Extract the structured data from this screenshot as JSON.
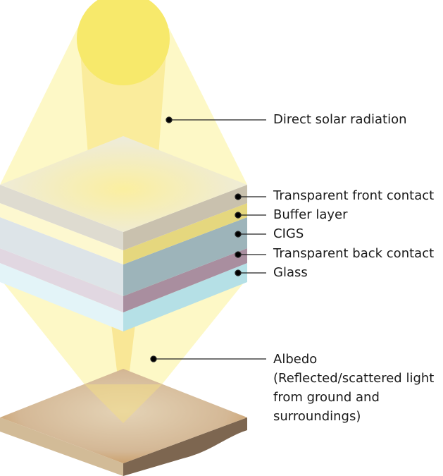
{
  "labels": {
    "direct": "Direct solar radiation",
    "front_contact": "Transparent front contact",
    "buffer": "Buffer layer",
    "cigs": "CIGS",
    "back_contact": "Transparent back contact",
    "glass": "Glass",
    "albedo": [
      "Albedo",
      "(Reflected/scattered light",
      "from ground and",
      "surroundings)"
    ]
  },
  "colors": {
    "sun": "#f7e96b",
    "light": "#fdf8c4",
    "front_contact": "#c9c1ae",
    "buffer": "#e5d77e",
    "cigs": "#9db4ba",
    "back_contact": "#a98e9f",
    "glass": "#b5e0e6",
    "ground": "#d8c4a4"
  }
}
